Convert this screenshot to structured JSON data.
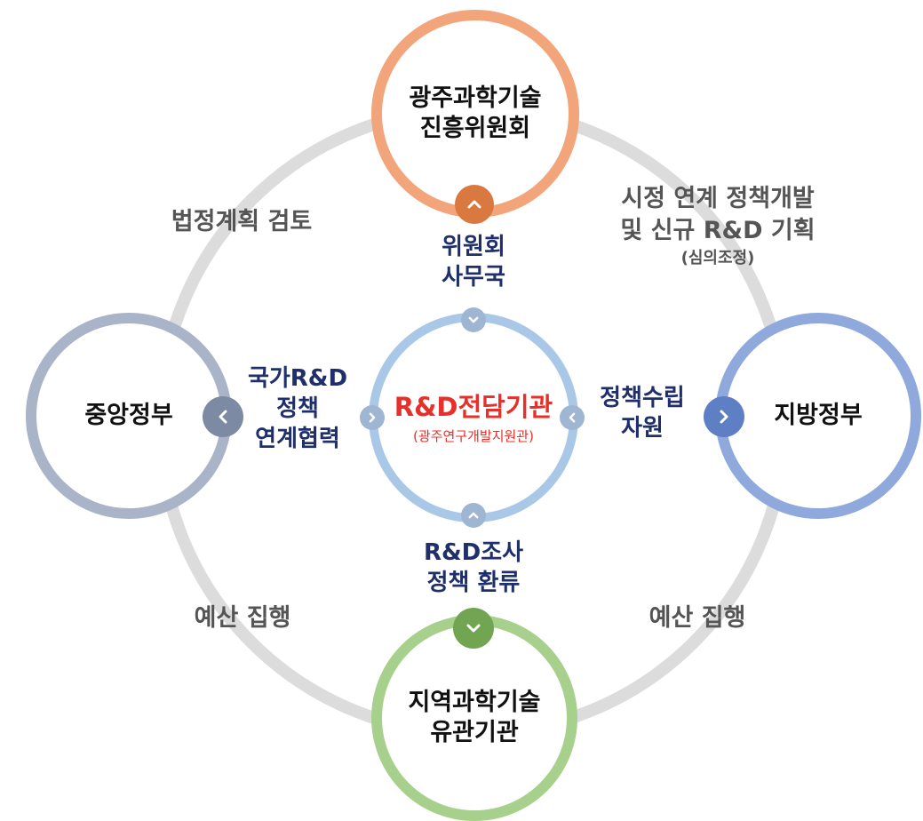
{
  "nodes": {
    "committee": {
      "lines": [
        "광주과학기술",
        "진흥위원회"
      ],
      "color": "#f2a57a"
    },
    "central": {
      "lines": [
        "중앙정부"
      ],
      "color": "#aab4c8"
    },
    "local": {
      "lines": [
        "지방정부"
      ],
      "color": "#8fa9dc"
    },
    "institutions": {
      "lines": [
        "지역과학기술",
        "유관기관"
      ],
      "color": "#a8d08d"
    },
    "center": {
      "title": "R&D전담기관",
      "subtitle": "(광주연구개발지원관)",
      "color": "#a9c8e8",
      "text_color": "#e8302a"
    }
  },
  "edge_labels": {
    "top_left": {
      "lines": [
        "법정계획 검토"
      ]
    },
    "top_right": {
      "lines": [
        "시정 연계 정책개발",
        "및 신규 R&D 기획"
      ],
      "sub": "(심의조정)"
    },
    "bottom_left": {
      "lines": [
        "예산 집행"
      ]
    },
    "bottom_right": {
      "lines": [
        "예산 집행"
      ]
    }
  },
  "inner_labels": {
    "top": {
      "lines": [
        "위원회",
        "사무국"
      ]
    },
    "left": {
      "lines": [
        "국가R&D",
        "정책",
        "연계협력"
      ]
    },
    "right": {
      "lines": [
        "정책수립",
        "자원"
      ]
    },
    "bottom": {
      "lines": [
        "R&D조사",
        "정책 환류"
      ]
    }
  },
  "colors": {
    "outer_ring": "#dcdcdc",
    "badge_committee": "#d9783f",
    "badge_central": "#7d8aa3",
    "badge_local": "#5f7fc4",
    "badge_institutions": "#72a552",
    "badge_center": "#9fb6d2",
    "edge_text": "#555555",
    "inner_text": "#1f2f6b"
  },
  "icons": {
    "committee_badge": "chevron-up-icon",
    "central_badge": "chevron-left-icon",
    "local_badge": "chevron-right-icon",
    "institutions_badge": "chevron-down-icon",
    "center_top": "chevron-down-icon",
    "center_left": "chevron-right-icon",
    "center_right": "chevron-left-icon",
    "center_bottom": "chevron-up-icon"
  }
}
